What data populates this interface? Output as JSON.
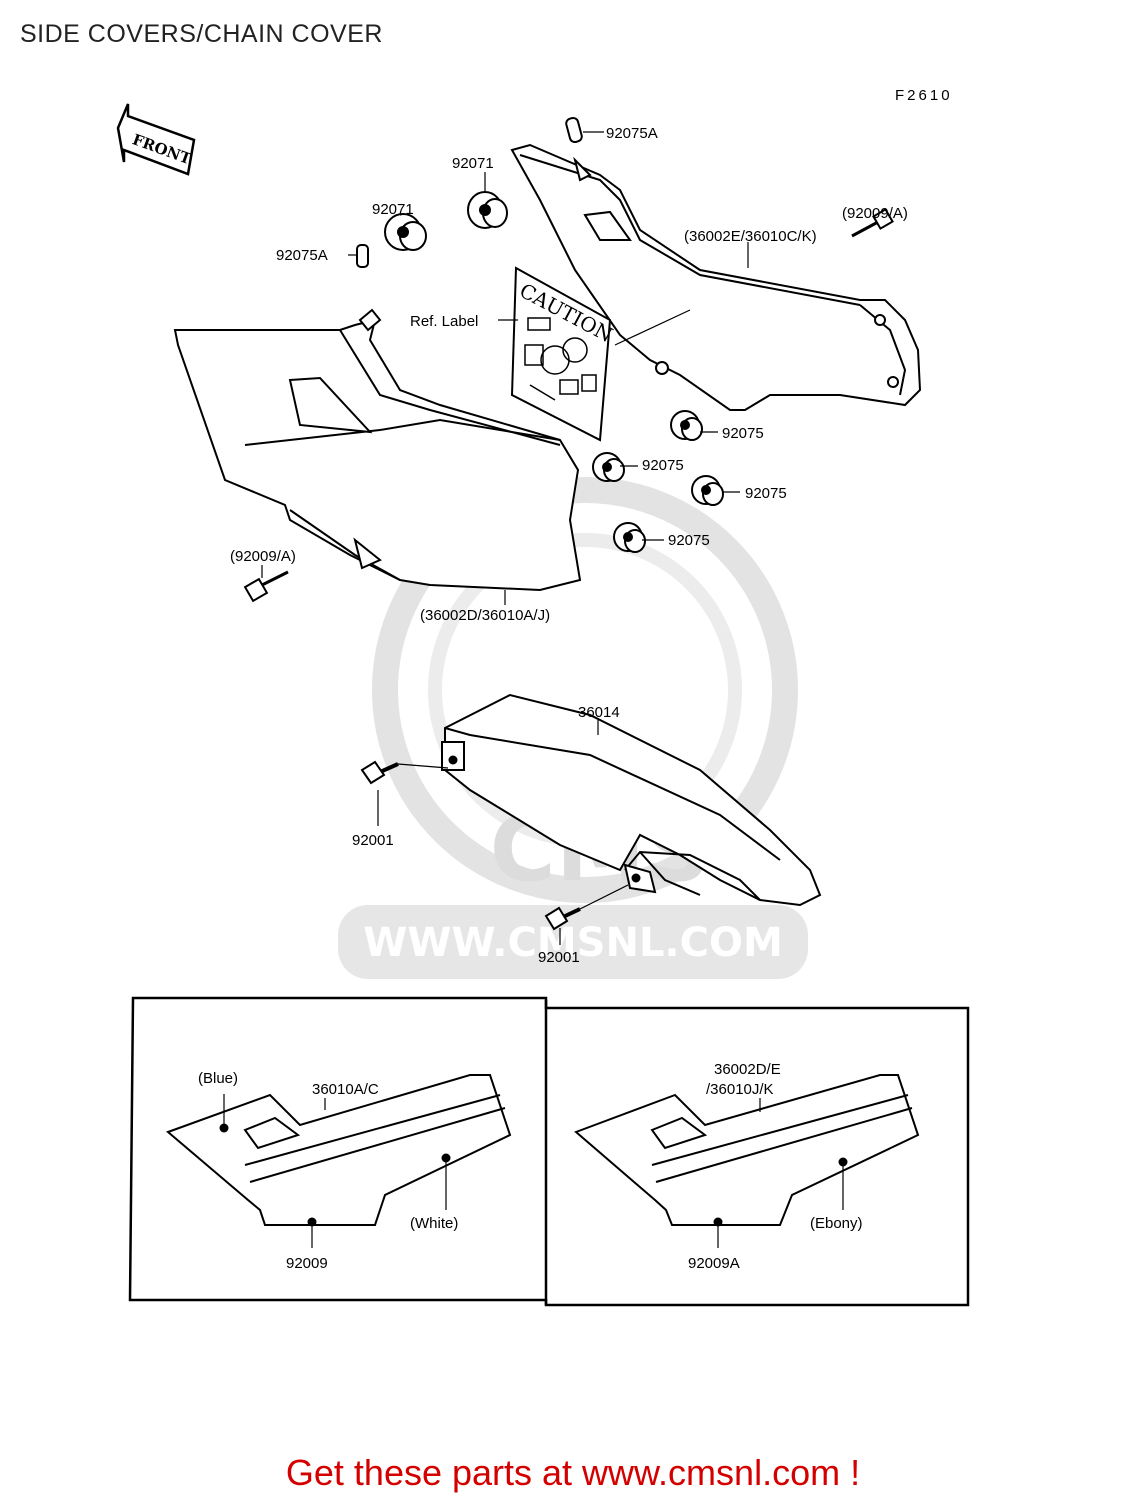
{
  "page_title": "SIDE COVERS/CHAIN COVER",
  "figure_code": "F2610",
  "front_arrow_label": "FRONT",
  "caution_label": "CAUTION",
  "watermark": {
    "logo_text": "CMS",
    "url_text": "WWW.CMSNL.COM"
  },
  "callouts": {
    "p92075A_top": "92075A",
    "p92071_top": "92071",
    "p92071_left": "92071",
    "p92075A_left": "92075A",
    "p92009A_right": "(92009/A)",
    "p36002E": "(36002E/36010C/K)",
    "ref_label": "Ref. Label",
    "p92075_1": "92075",
    "p92075_2": "92075",
    "p92075_3": "92075",
    "p92075_4": "92075",
    "p92009A_left": "(92009/A)",
    "p36002D": "(36002D/36010A/J)",
    "p36014": "36014",
    "p92001_1": "92001",
    "p92001_2": "92001"
  },
  "inset_left": {
    "color_note": "(Blue)",
    "part": "36010A/C",
    "color_note2": "(White)",
    "bottom_part": "92009"
  },
  "inset_right": {
    "part_line1": "36002D/E",
    "part_line2": "/36010J/K",
    "color_note": "(Ebony)",
    "bottom_part": "92009A"
  },
  "footer_text": "Get these parts at www.cmsnl.com !",
  "colors": {
    "footer": "#d40000",
    "watermark": "#dcdcdc"
  }
}
